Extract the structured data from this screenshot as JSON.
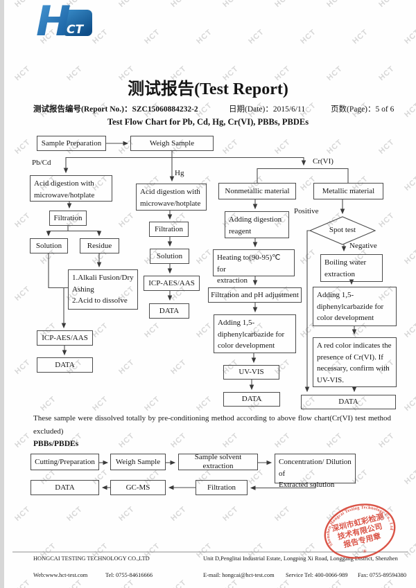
{
  "watermark": {
    "text": "HCT"
  },
  "logo": {
    "h": "H",
    "ct": "CT"
  },
  "colors": {
    "logo_blue": "#2b7ab8",
    "logo_dark_blue": "#0f4e88",
    "seal_red": "#d53a2b"
  },
  "header": {
    "title": "测试报告(Test Report)",
    "report_no_label": "测试报告编号(Report No.)：",
    "report_no": "SZC15060884232-2",
    "date_label": "日期(Date)：",
    "date": "2015/6/11",
    "page_label": "页数(Page)：",
    "page": "5 of 6",
    "flow_title": "Test Flow Chart for Pb, Cd, Hg, Cr(VI), PBBs, PBDEs"
  },
  "flowchart": {
    "labels": {
      "pbcd": "Pb/Cd",
      "hg": "Hg",
      "crvi": "Cr(VI)",
      "positive": "Positive",
      "negative": "Negative"
    },
    "boxes": {
      "sample_prep": "Sample Preparation",
      "weigh": "Weigh Sample",
      "acid_pbcd": "Acid digestion with\nmicrowave/hotplate",
      "filtration_pbcd": "Filtration",
      "solution_pbcd": "Solution",
      "residue": "Residue",
      "alkali": "1.Alkali Fusion/Dry\nAshing\n2.Acid to dissolve",
      "icp_pbcd": "ICP-AES/AAS",
      "data_pbcd": "DATA",
      "acid_hg": "Acid digestion with\nmicrowave/hotplate",
      "filtration_hg": "Filtration",
      "solution_hg": "Solution",
      "icp_hg": "ICP-AES/AAS",
      "data_hg": "DATA",
      "nonmetallic": "Nonmetallic material",
      "adding_reagent": "Adding digestion\nreagent",
      "heating": "Heating to(90-95)℃  for\nextraction",
      "filtration_ph": "Filtration and pH adjustment",
      "dpc_nonmet": "Adding 1,5-\ndiphenylcarbazide for\ncolor development",
      "uv_vis": "UV-VIS",
      "data_nonmet": "DATA",
      "metallic": "Metallic material",
      "spot_test": "Spot test",
      "boiling": "Boiling water\nextraction",
      "dpc_met": "Adding 1,5-\ndiphenylcarbazide for\ncolor development",
      "red_color": "A red color indicates the\npresence of Cr(VI). If\nnecessary, confirm with\nUV-VIS.",
      "data_crvi": "DATA"
    }
  },
  "note": "These sample were dissolved totally by pre-conditioning method according to above flow chart(Cr(VI) test method excluded)",
  "pbbs": {
    "title": "PBBs/PBDEs",
    "boxes": {
      "cutting": "Cutting/Preparation",
      "weigh": "Weigh Sample",
      "extraction": "Sample solvent extraction",
      "concentration": "Concentration/ Dilution of\nExtracted solution",
      "data": "DATA",
      "gcms": "GC-MS",
      "filtration": "Filtration"
    }
  },
  "stamp": {
    "ring_text": "Shenzhen Hongcai Testing Technology Co., Ltd",
    "line1": "深圳市虹彩检测",
    "line2": "技术有限公司",
    "line3": "报告专用章",
    "star": "✳"
  },
  "footer": {
    "company": "HONGCAI TESTING TECHNOLOGY CO.,LTD",
    "address": "Unit D,Penglitai Industrial Estate, Longping Xi Road, Longgang District, Shenzhen",
    "web": "Web:www.hct-test.com",
    "tel": "Tel: 0755-84616666",
    "email": "E-mail: hongcai@hct-test.com",
    "service": "Service Tel: 400-0066-989",
    "fax": "Fax: 0755-89594380"
  }
}
